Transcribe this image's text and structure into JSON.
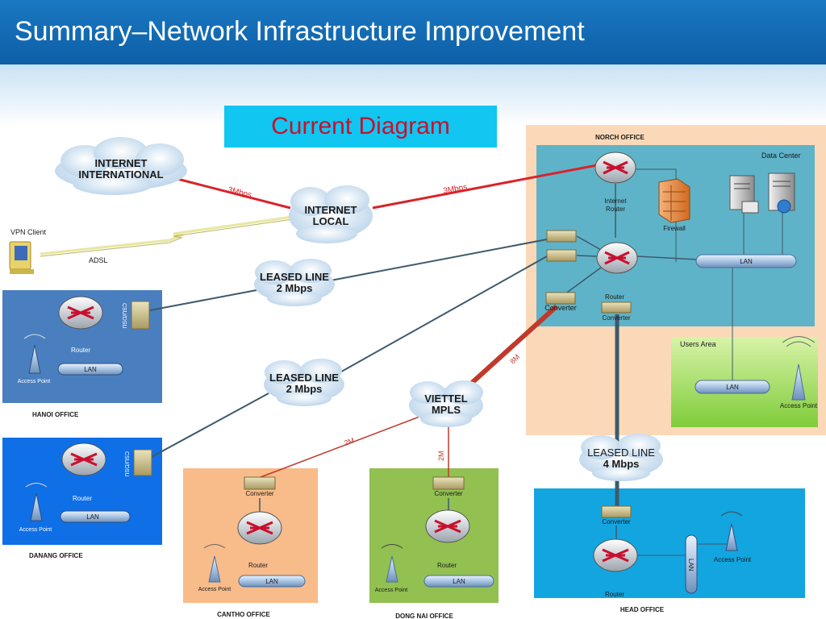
{
  "header": {
    "title": "Summary–Network Infrastructure Improvement"
  },
  "caption": "Current Diagram",
  "clouds": {
    "internet_international": [
      "INTERNET",
      "INTERNATIONAL"
    ],
    "internet_local": [
      "INTERNET",
      "LOCAL"
    ],
    "leased_line_hanoi": [
      "LEASED LINE",
      "2 Mbps"
    ],
    "leased_line_danang": [
      "LEASED LINE",
      "2 Mbps"
    ],
    "viettel_mpls": [
      "VIETTEL",
      "MPLS"
    ],
    "leased_line_head": [
      "LEASED LINE",
      "4 Mbps"
    ]
  },
  "links": {
    "intl_3mbps": "3Mbps",
    "local_3mbps": "3Mbps",
    "mpls_8m": "8M",
    "cantho_2m": "2M",
    "dongnai_2m": "2M"
  },
  "vpn": {
    "label": "VPN Client",
    "adsl": "ADSL"
  },
  "norch": {
    "title": "NORCH OFFICE",
    "data_center": "Data Center",
    "internet_router": [
      "Internet",
      "Router"
    ],
    "firewall": "Firewall",
    "lan": "LAN",
    "router": "Router",
    "converter_left": "Converter",
    "converter_right": "Converter",
    "users_area": "Users Area",
    "users_lan": "LAN",
    "access_point": "Access Point"
  },
  "hanoi": {
    "title": "HANOI OFFICE",
    "csudsu": "CSU/DSU",
    "router": "Router",
    "lan": "LAN",
    "access_point": "Access Point"
  },
  "danang": {
    "title": "DANANG OFFICE",
    "csudsu": "CSU/DSU",
    "router": "Router",
    "lan": "LAN",
    "access_point": "Access Point"
  },
  "cantho": {
    "title": "CANTHO OFFICE",
    "converter": "Converter",
    "router": "Router",
    "lan": "LAN",
    "access_point": "Access Point"
  },
  "dongnai": {
    "title": "DONG NAI OFFICE",
    "converter": "Converter",
    "router": "Router",
    "lan": "LAN",
    "access_point": "Access Point"
  },
  "head": {
    "title": "HEAD OFFICE",
    "converter": "Converter",
    "router": "Router",
    "lan": "LAN",
    "access_point": "Access Point"
  },
  "colors": {
    "header": "#0d5fa6",
    "caption_bg": "#11c6f0",
    "caption_text": "#c8102e",
    "internet_link": "#d9232a",
    "wan_link": "#3d5a6c",
    "mpls_link": "#c0392b"
  }
}
